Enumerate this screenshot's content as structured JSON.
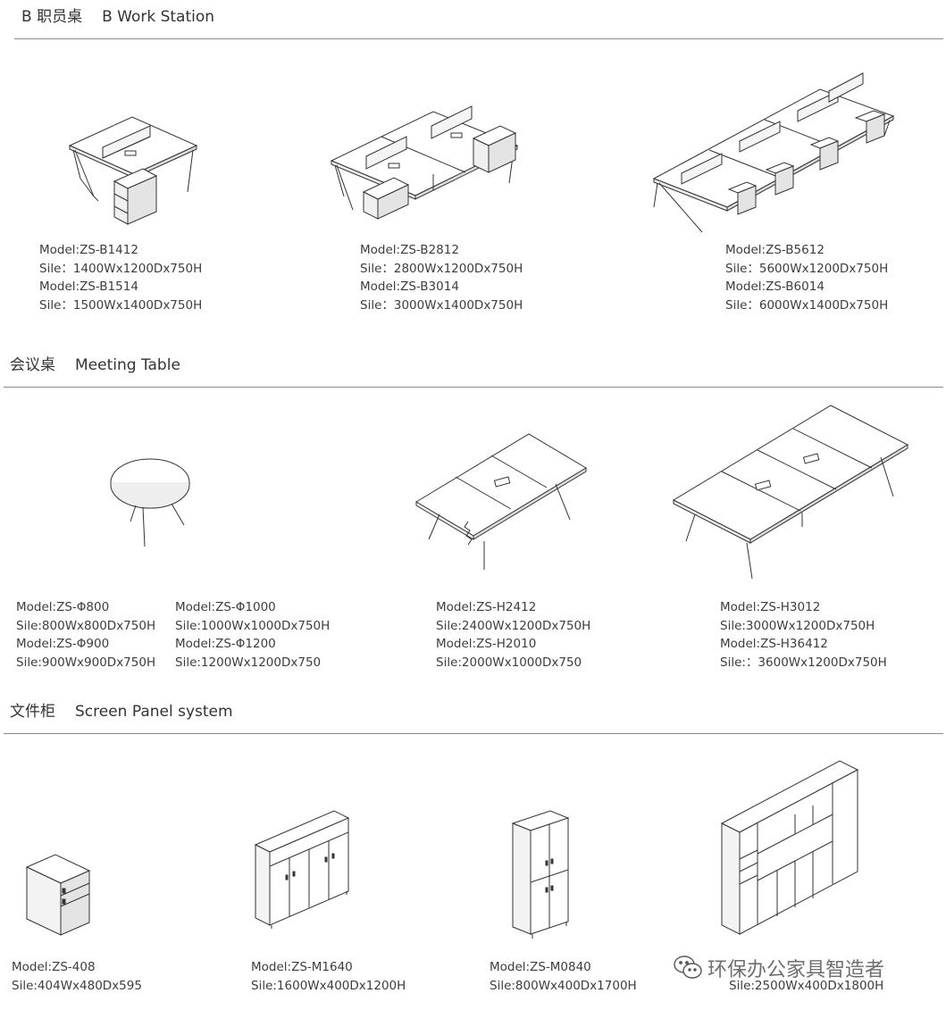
{
  "sections": {
    "workstation": {
      "cn": "B 职员桌",
      "en": "B Work Station"
    },
    "meeting": {
      "cn": "会议桌",
      "en": "Meeting Table"
    },
    "cabinet": {
      "cn": "文件柜",
      "en": "Screen Panel system"
    }
  },
  "workstation_specs": [
    [
      "Model:ZS-B1412",
      "Sile：1400Wx1200Dx750H",
      "Model:ZS-B1514",
      "Sile：1500Wx1400Dx750H"
    ],
    [
      "Model:ZS-B2812",
      "Sile：2800Wx1200Dx750H",
      "Model:ZS-B3014",
      "Sile：3000Wx1400Dx750H"
    ],
    [
      "Model:ZS-B5612",
      "Sile：5600Wx1200Dx750H",
      "Model:ZS-B6014",
      "Sile：6000Wx1400Dx750H"
    ]
  ],
  "meeting_specs": [
    [
      "Model:ZS-Φ800",
      "Sile:800Wx800Dx750H",
      "Model:ZS-Φ900",
      "Sile:900Wx900Dx750H"
    ],
    [
      "Model:ZS-Φ1000",
      "Sile:1000Wx1000Dx750H",
      "Model:ZS-Φ1200",
      "Sile:1200Wx1200Dx750"
    ],
    [
      "Model:ZS-H2412",
      "Sile:2400Wx1200Dx750H",
      "Model:ZS-H2010",
      "Sile:2000Wx1000Dx750"
    ],
    [
      "Model:ZS-H3012",
      "Sile:3000Wx1200Dx750H",
      "Model:ZS-H36412",
      "Sile:：3600Wx1200Dx750H"
    ]
  ],
  "cabinet_specs": [
    [
      "Model:ZS-408",
      "Sile:404Wx480Dx595"
    ],
    [
      "Model:ZS-M1640",
      "Sile:1600Wx400Dx1200H"
    ],
    [
      "Model:ZS-M0840",
      "Sile:800Wx400Dx1700H"
    ],
    [
      "",
      "Sile:2500Wx400Dx1800H"
    ]
  ],
  "watermark": {
    "text": "环保办公家具智造者",
    "icon": "wechat-icon"
  },
  "colors": {
    "ink": "#333333",
    "rule": "#8a8a8a",
    "paper": "#ffffff"
  }
}
